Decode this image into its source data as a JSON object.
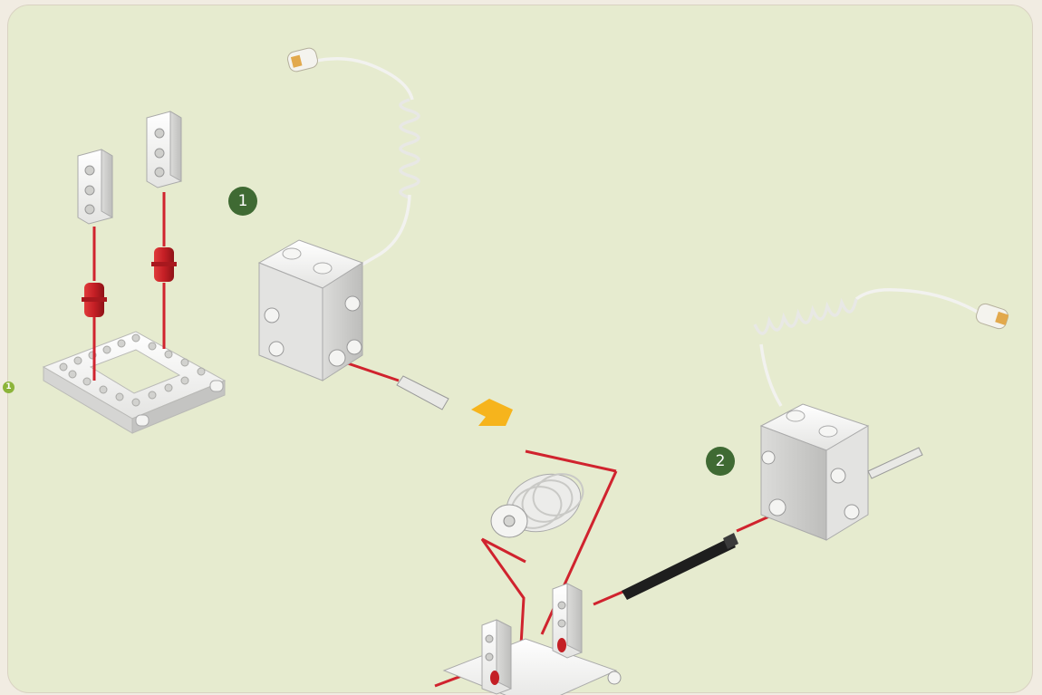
{
  "steps": [
    {
      "number": "1"
    },
    {
      "number": "2"
    }
  ],
  "page_marker": "1",
  "colors": {
    "panel_background": "#e6ebcf",
    "page_background": "#f1ece2",
    "step_badge": "#3f6a33",
    "page_marker": "#8cb43a",
    "guide_lines": "#d0232e",
    "arrow": "#f6b41c",
    "bricks": "#ececea",
    "connectors": "#c8232c",
    "axle": "#1e1e1e"
  },
  "icons": [
    "motor-icon",
    "cable-icon",
    "frame-icon",
    "beam-icon",
    "connector-peg-icon",
    "axle-icon",
    "pulley-icon",
    "arrow-down-right-icon"
  ]
}
